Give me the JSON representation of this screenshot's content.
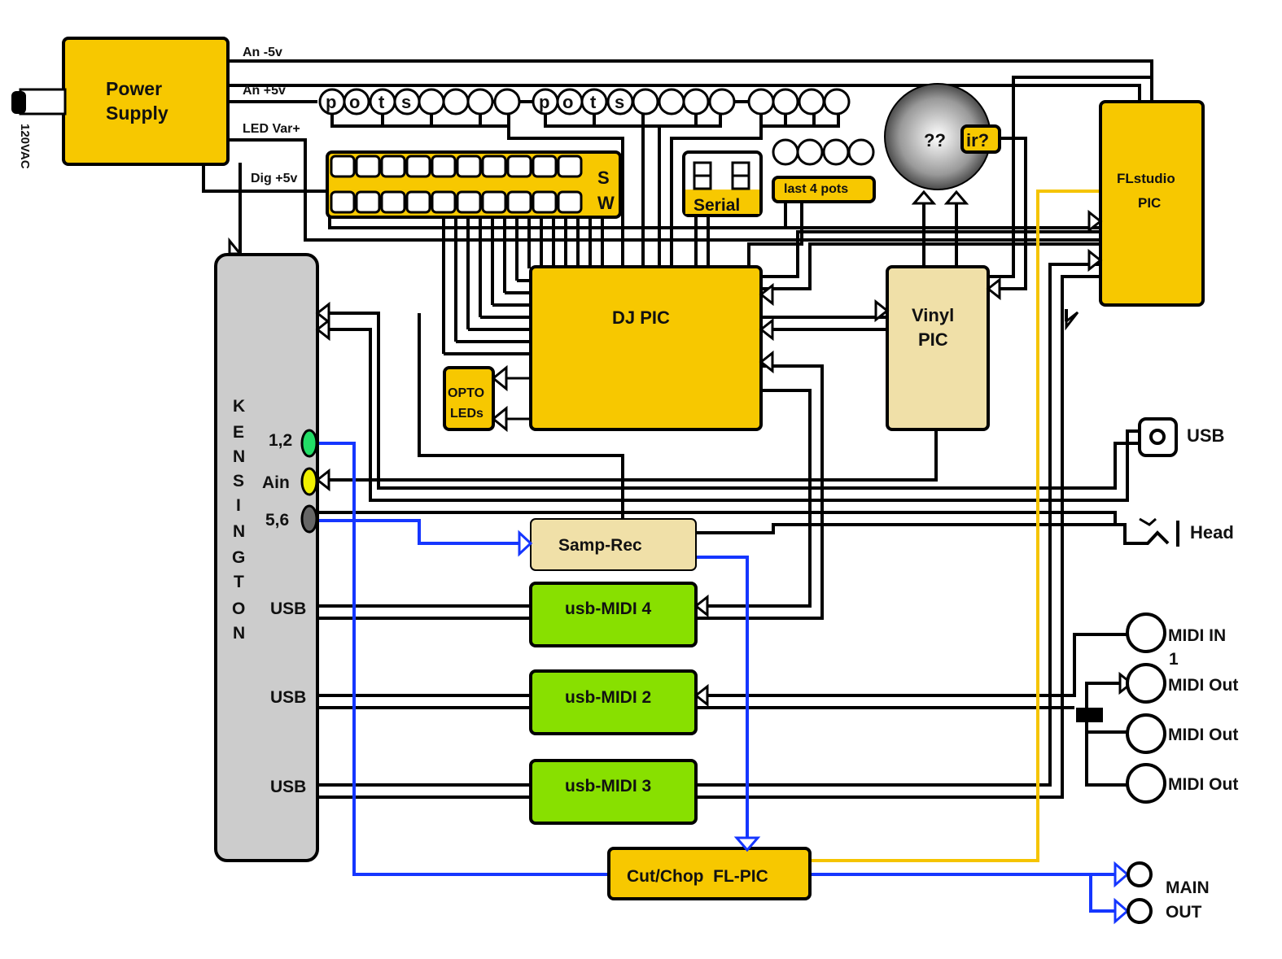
{
  "colors": {
    "block": "#f7c800",
    "block_light": "#f0e0a8",
    "usb_midi": "#88e000",
    "kensington": "#cccccc",
    "audio_wire": "#1536ff",
    "fl_wire": "#f5c400",
    "jack_green": "#22dd66",
    "jack_yellow": "#f0f000",
    "jack_gray": "#666666"
  },
  "power": {
    "line1": "Power",
    "line2": "Supply",
    "mains": "120VAC"
  },
  "rails": {
    "an_minus": "An -5v",
    "an_plus": "An +5v",
    "led_var": "LED Var+",
    "dig": "Dig +5v"
  },
  "pots_letters_a": [
    "p",
    "o",
    "t",
    "s"
  ],
  "pots_letters_b": [
    "p",
    "o",
    "t",
    "s"
  ],
  "blocks": {
    "sw": [
      "S",
      "W"
    ],
    "serial": "Serial",
    "last_pots": "last 4 pots",
    "unknown": "??",
    "ir": "ir?",
    "flstudio_line1": "FLstudio",
    "flstudio_line2": "PIC",
    "dj_pic": "DJ PIC",
    "opto_line1": "OPTO",
    "opto_line2": "LEDs",
    "vinyl_line1": "Vinyl",
    "vinyl_line2": "PIC",
    "samp_rec": "Samp-Rec",
    "usb_midi_4": "usb-MIDI 4",
    "usb_midi_2": "usb-MIDI 2",
    "usb_midi_3": "usb-MIDI 3",
    "cut_chop": "Cut/Chop  FL-PIC"
  },
  "kensington": {
    "letters": [
      "K",
      "E",
      "N",
      "S",
      "I",
      "N",
      "G",
      "T",
      "O",
      "N"
    ],
    "jack_12": "1,2",
    "jack_ain": "Ain",
    "jack_56": "5,6",
    "usb_a": "USB",
    "usb_b": "USB",
    "usb_c": "USB"
  },
  "connectors": {
    "usb": "USB",
    "head": "Head",
    "midi_in": "MIDI IN",
    "midi_in_num": "1",
    "midi_out_a": "MIDI Out",
    "midi_out_b": "MIDI Out",
    "midi_out_c": "MIDI Out",
    "main_line1": "MAIN",
    "main_line2": "OUT"
  }
}
